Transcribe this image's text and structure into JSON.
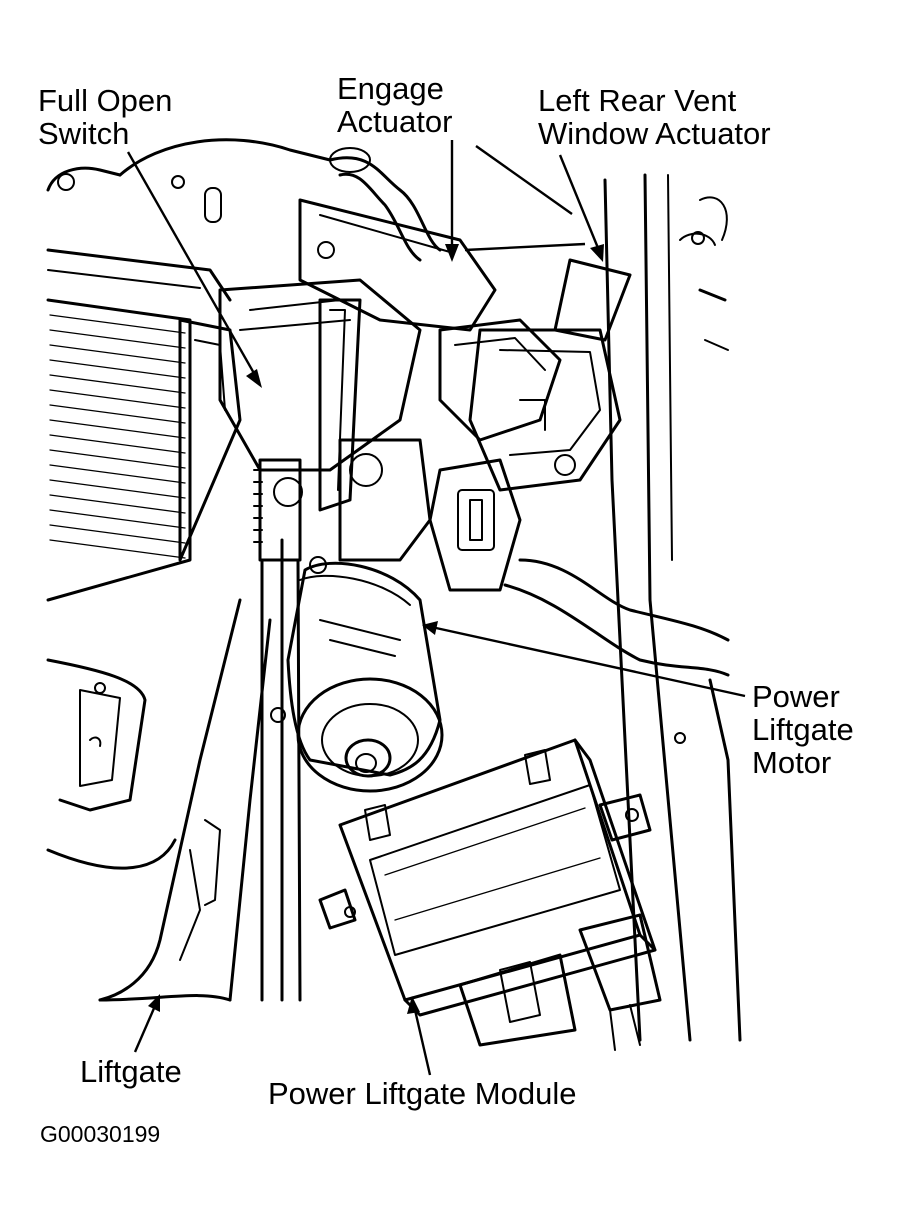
{
  "labels": {
    "full_open_switch": "Full Open\nSwitch",
    "engage_actuator": "Engage\nActuator",
    "left_rear_vent": "Left Rear Vent\nWindow Actuator",
    "power_liftgate_motor": "Power\nLiftgate\nMotor",
    "liftgate": "Liftgate",
    "power_liftgate_module": "Power Liftgate Module"
  },
  "figure_code": "G00030199"
}
